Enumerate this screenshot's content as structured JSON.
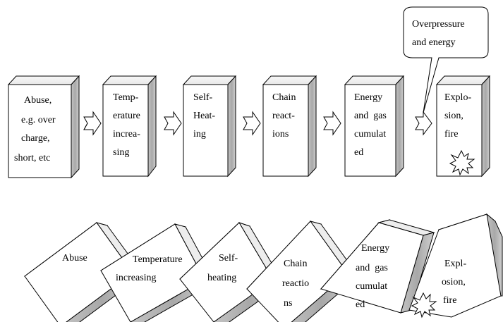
{
  "callout": {
    "lines": [
      "Overpressure",
      "and energy"
    ]
  },
  "top_row": [
    {
      "lines": [
        "Abuse,",
        "e.g. over",
        "charge,",
        "short, etc"
      ]
    },
    {
      "lines": [
        "Temp-",
        "erature",
        "increa-",
        "sing"
      ]
    },
    {
      "lines": [
        "Self-",
        "Heat-",
        "ing"
      ]
    },
    {
      "lines": [
        "Chain",
        "react-",
        "ions"
      ]
    },
    {
      "lines": [
        "Energy",
        "and  gas",
        "cumulat",
        "ed"
      ]
    },
    {
      "lines": [
        "Explo-",
        "sion,",
        "fire"
      ]
    }
  ],
  "bottom_row": [
    {
      "lines": [
        "Abuse"
      ]
    },
    {
      "lines": [
        "Temperature",
        "increasing"
      ]
    },
    {
      "lines": [
        "Self-",
        "heating"
      ]
    },
    {
      "lines": [
        "Chain",
        "reactio",
        "ns"
      ]
    },
    {
      "lines": [
        "Energy",
        "and  gas",
        "cumulat",
        "ed"
      ]
    },
    {
      "lines": [
        "Expl-",
        "osion,",
        "fire"
      ]
    }
  ]
}
